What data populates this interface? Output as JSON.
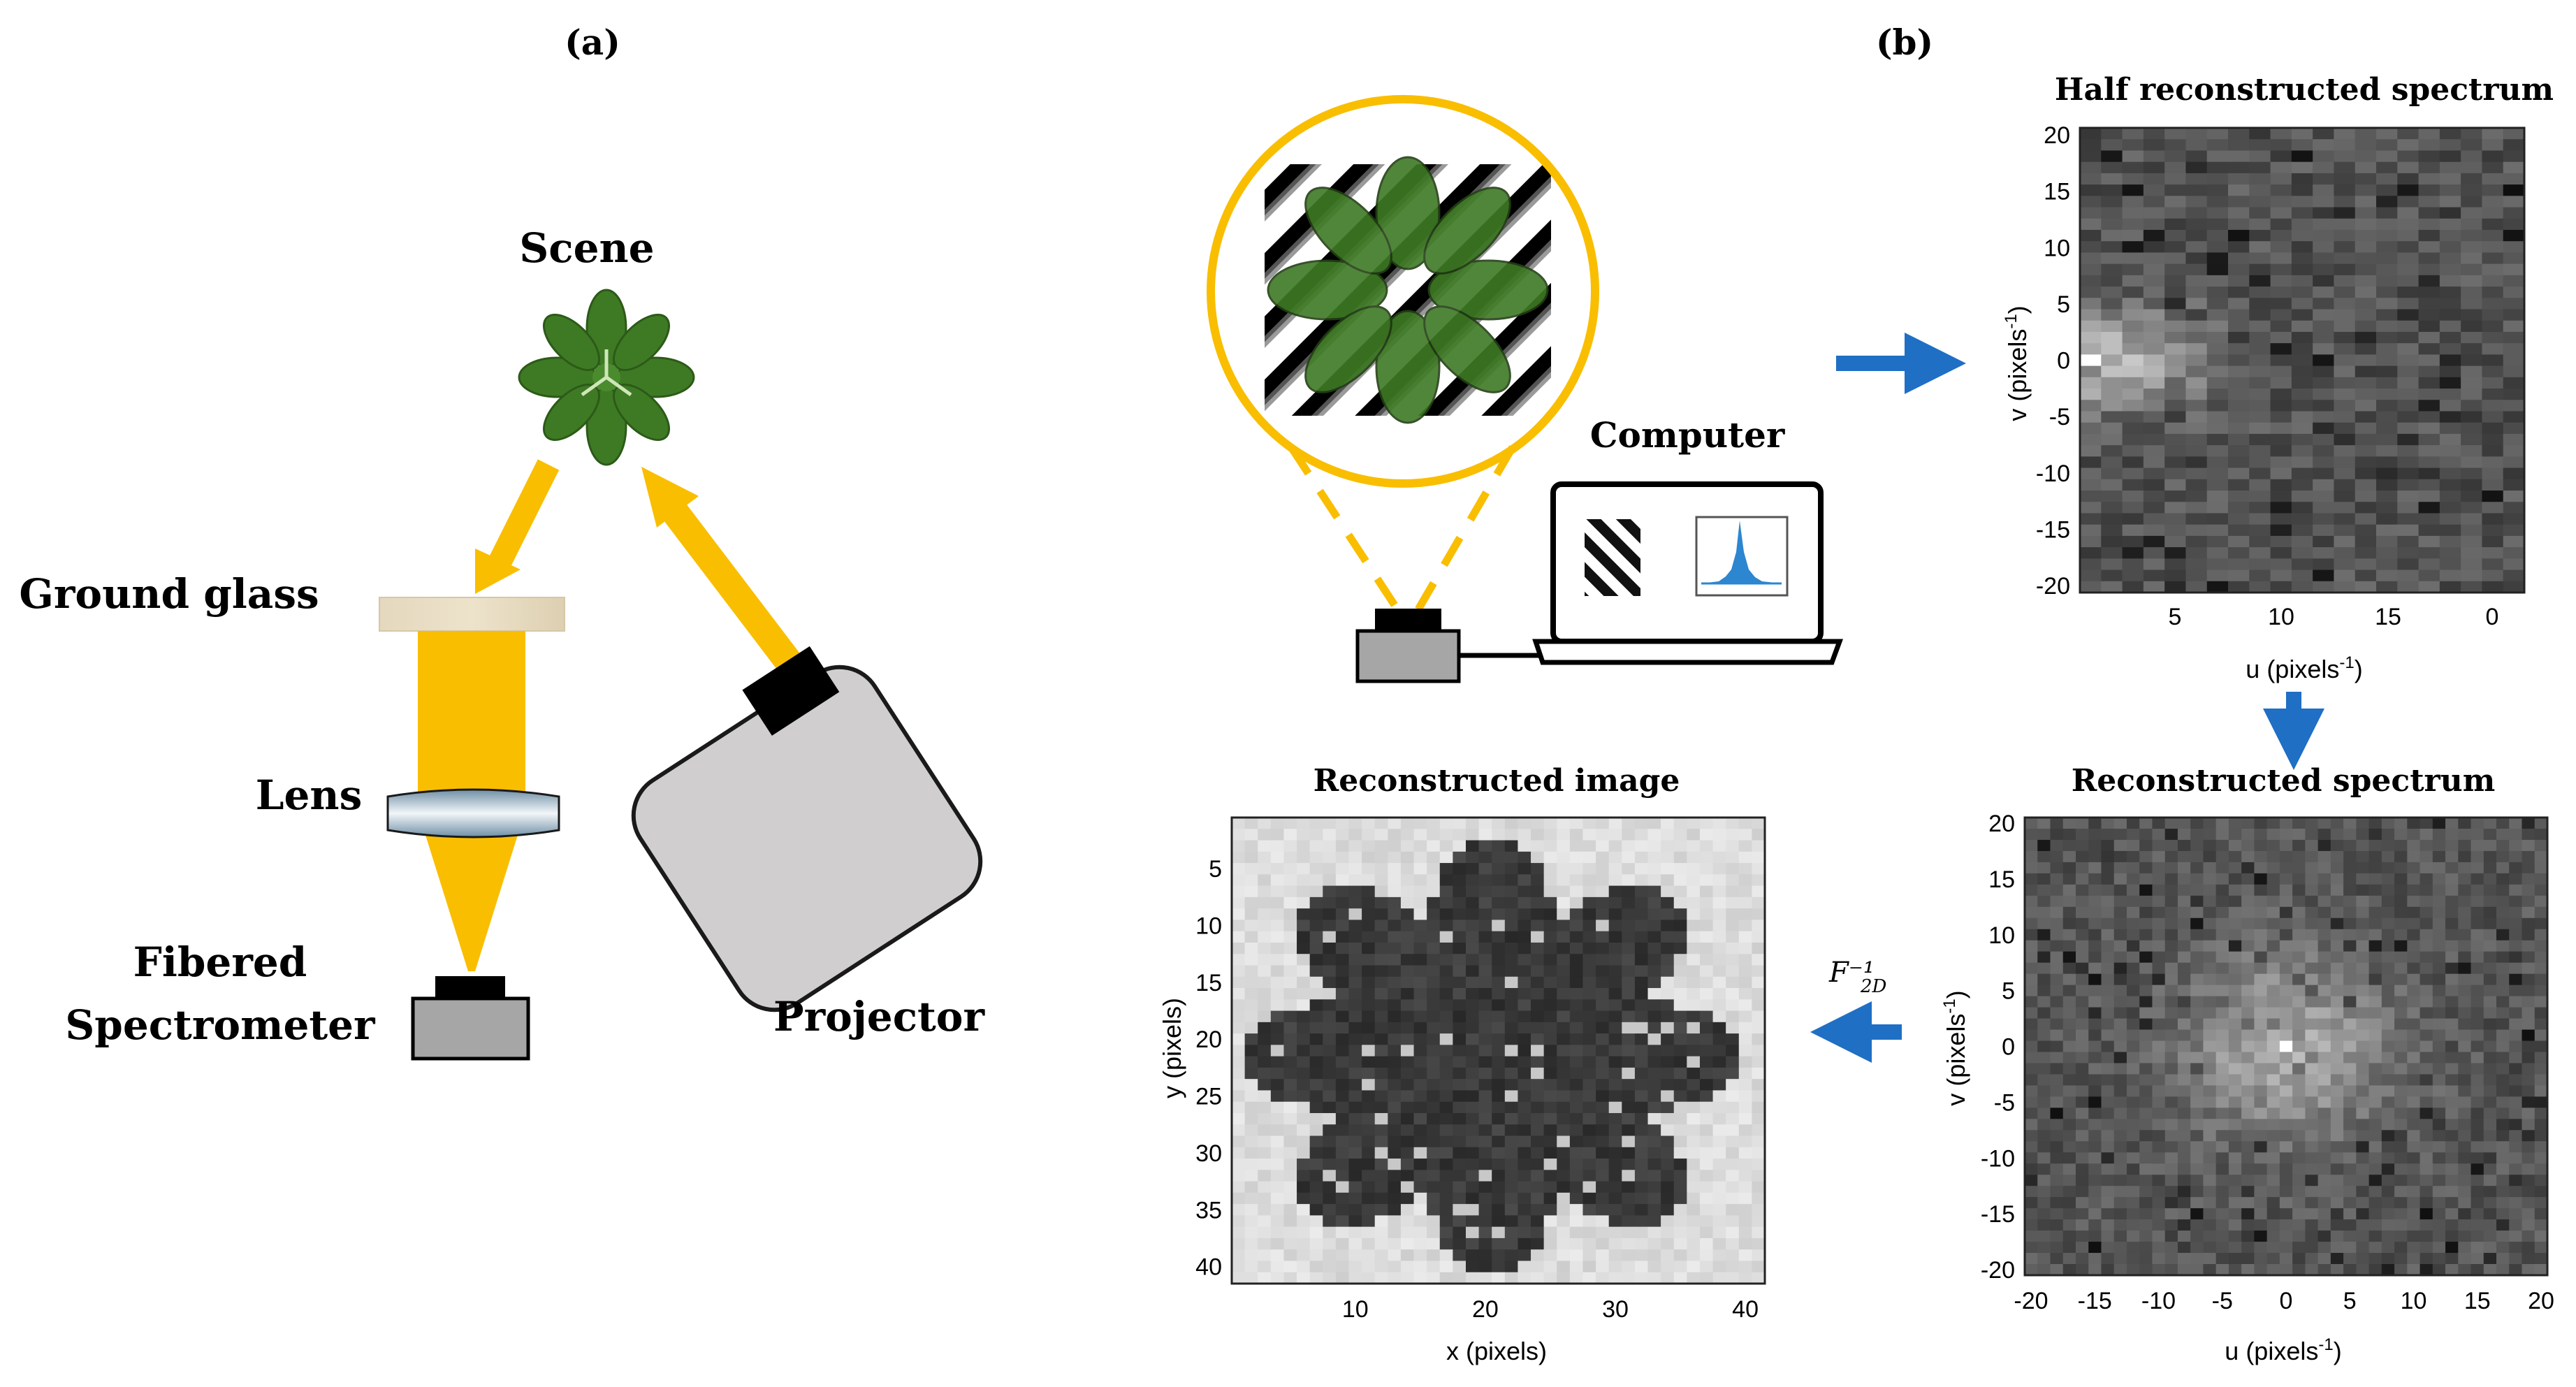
{
  "panel_a": {
    "label": "(a)",
    "scene": "Scene",
    "ground_glass": "Ground glass",
    "lens": "Lens",
    "spectrometer_line1": "Fibered",
    "spectrometer_line2": "Spectrometer",
    "projector": "Projector"
  },
  "panel_b": {
    "label": "(b)",
    "computer": "Computer",
    "inverse_fourier": "F⁻¹",
    "inverse_fourier_sub": "2D"
  },
  "plots": {
    "half_spectrum": {
      "title": "Half reconstructed spectrum",
      "xlabel": "u (pixels",
      "ylabel": "v (pixels",
      "unit_exp": "-1",
      "xticks": [
        "5",
        "10",
        "15",
        "0"
      ],
      "yticks": [
        "20",
        "15",
        "10",
        "5",
        "0",
        "-5",
        "-10",
        "-15",
        "-20"
      ]
    },
    "full_spectrum": {
      "title": "Reconstructed spectrum",
      "xlabel": "u (pixels",
      "ylabel": "v (pixels",
      "unit_exp": "-1",
      "xticks": [
        "-20",
        "-15",
        "-10",
        "-5",
        "0",
        "5",
        "10",
        "15",
        "20"
      ],
      "yticks": [
        "20",
        "15",
        "10",
        "5",
        "0",
        "-5",
        "-10",
        "-15",
        "-20"
      ]
    },
    "image": {
      "title": "Reconstructed image",
      "xlabel": "x (pixels)",
      "ylabel": "y (pixels)",
      "xticks": [
        "10",
        "20",
        "30",
        "40"
      ],
      "yticks": [
        "5",
        "10",
        "15",
        "20",
        "25",
        "30",
        "35",
        "40"
      ]
    }
  },
  "colors": {
    "beam": "#F9BE00",
    "arrow_blue": "#1F6FC4",
    "projector_body": "#D0CECF",
    "device_gray": "#A6A6A6",
    "plant": "#3E7A24"
  }
}
